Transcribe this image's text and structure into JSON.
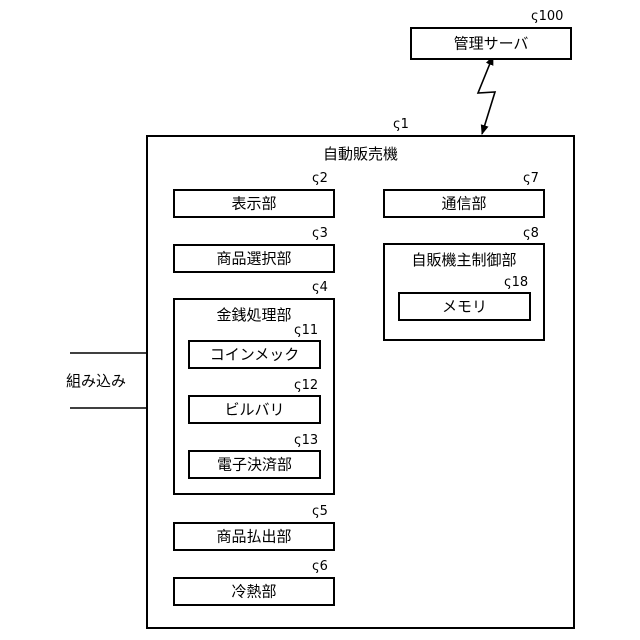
{
  "title": "",
  "server": {
    "label": "管理サーバ",
    "ref": "100"
  },
  "machine": {
    "label": "自動販売機",
    "ref": "1"
  },
  "display": {
    "label": "表示部",
    "ref": "2"
  },
  "product_select": {
    "label": "商品選択部",
    "ref": "3"
  },
  "money": {
    "label": "金銭処理部",
    "ref": "4"
  },
  "coin_mech": {
    "label": "コインメック",
    "ref": "11"
  },
  "bill_validator": {
    "label": "ビルバリ",
    "ref": "12"
  },
  "e_payment": {
    "label": "電子決済部",
    "ref": "13"
  },
  "dispense": {
    "label": "商品払出部",
    "ref": "5"
  },
  "cooling": {
    "label": "冷熱部",
    "ref": "6"
  },
  "comm": {
    "label": "通信部",
    "ref": "7"
  },
  "controller": {
    "label": "自販機主制御部",
    "ref": "8"
  },
  "memory": {
    "label": "メモリ",
    "ref": "18"
  },
  "input_label": "組み込み",
  "ref_mark": "ς"
}
